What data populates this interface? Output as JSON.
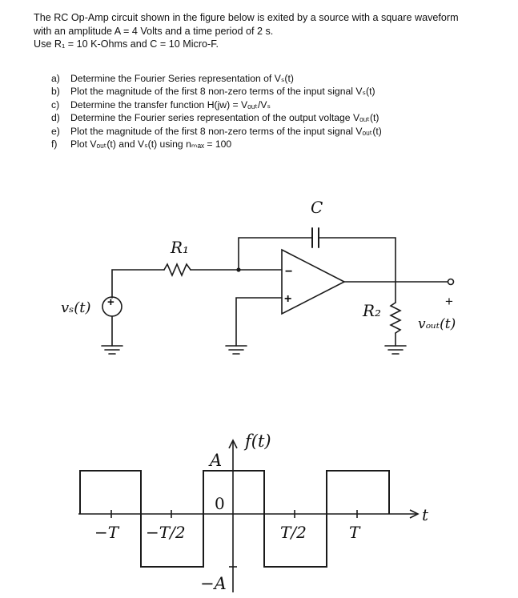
{
  "problem": {
    "intro_line1": "The RC Op-Amp circuit shown in the figure below is exited by a source with a square waveform",
    "intro_line2": "with an amplitude A = 4 Volts and a time period of 2 s.",
    "intro_line3": "Use R₁ = 10 K-Ohms and C = 10 Micro-F.",
    "tasks": [
      {
        "label": "a)",
        "text": "Determine the Fourier Series representation of Vₛ(t)"
      },
      {
        "label": "b)",
        "text": "Plot the magnitude of the first 8 non-zero terms of the input signal Vₛ(t)"
      },
      {
        "label": "c)",
        "text": "Determine the transfer function H(jw) = Vₒᵤₜ/Vₛ"
      },
      {
        "label": "d)",
        "text": "Determine the Fourier series representation of the output voltage Vₒᵤₜ(t)"
      },
      {
        "label": "e)",
        "text": "Plot the magnitude of the first 8 non-zero terms of the input signal Vₒᵤₜ(t)"
      },
      {
        "label": "f)",
        "text": "Plot Vₒᵤₜ(t) and Vₛ(t) using nₘₐₓ = 100"
      }
    ]
  },
  "circuit": {
    "r1_label": "R₁",
    "r2_label": "R₂",
    "c_label": "C",
    "source_label": "vₛ(t)",
    "source_plus": "+",
    "inverting_sign": "−",
    "noninverting_sign": "+",
    "out_plus": "+",
    "out_label": "vₒᵤₜ(t)"
  },
  "waveform": {
    "fn_label": "f(t)",
    "amp_pos": "A",
    "amp_neg": "−A",
    "zero": "0",
    "t_neg_full": "−T",
    "t_neg_half": "−T/2",
    "t_pos_half": "T/2",
    "t_pos_full": "T",
    "t_axis": "t"
  }
}
